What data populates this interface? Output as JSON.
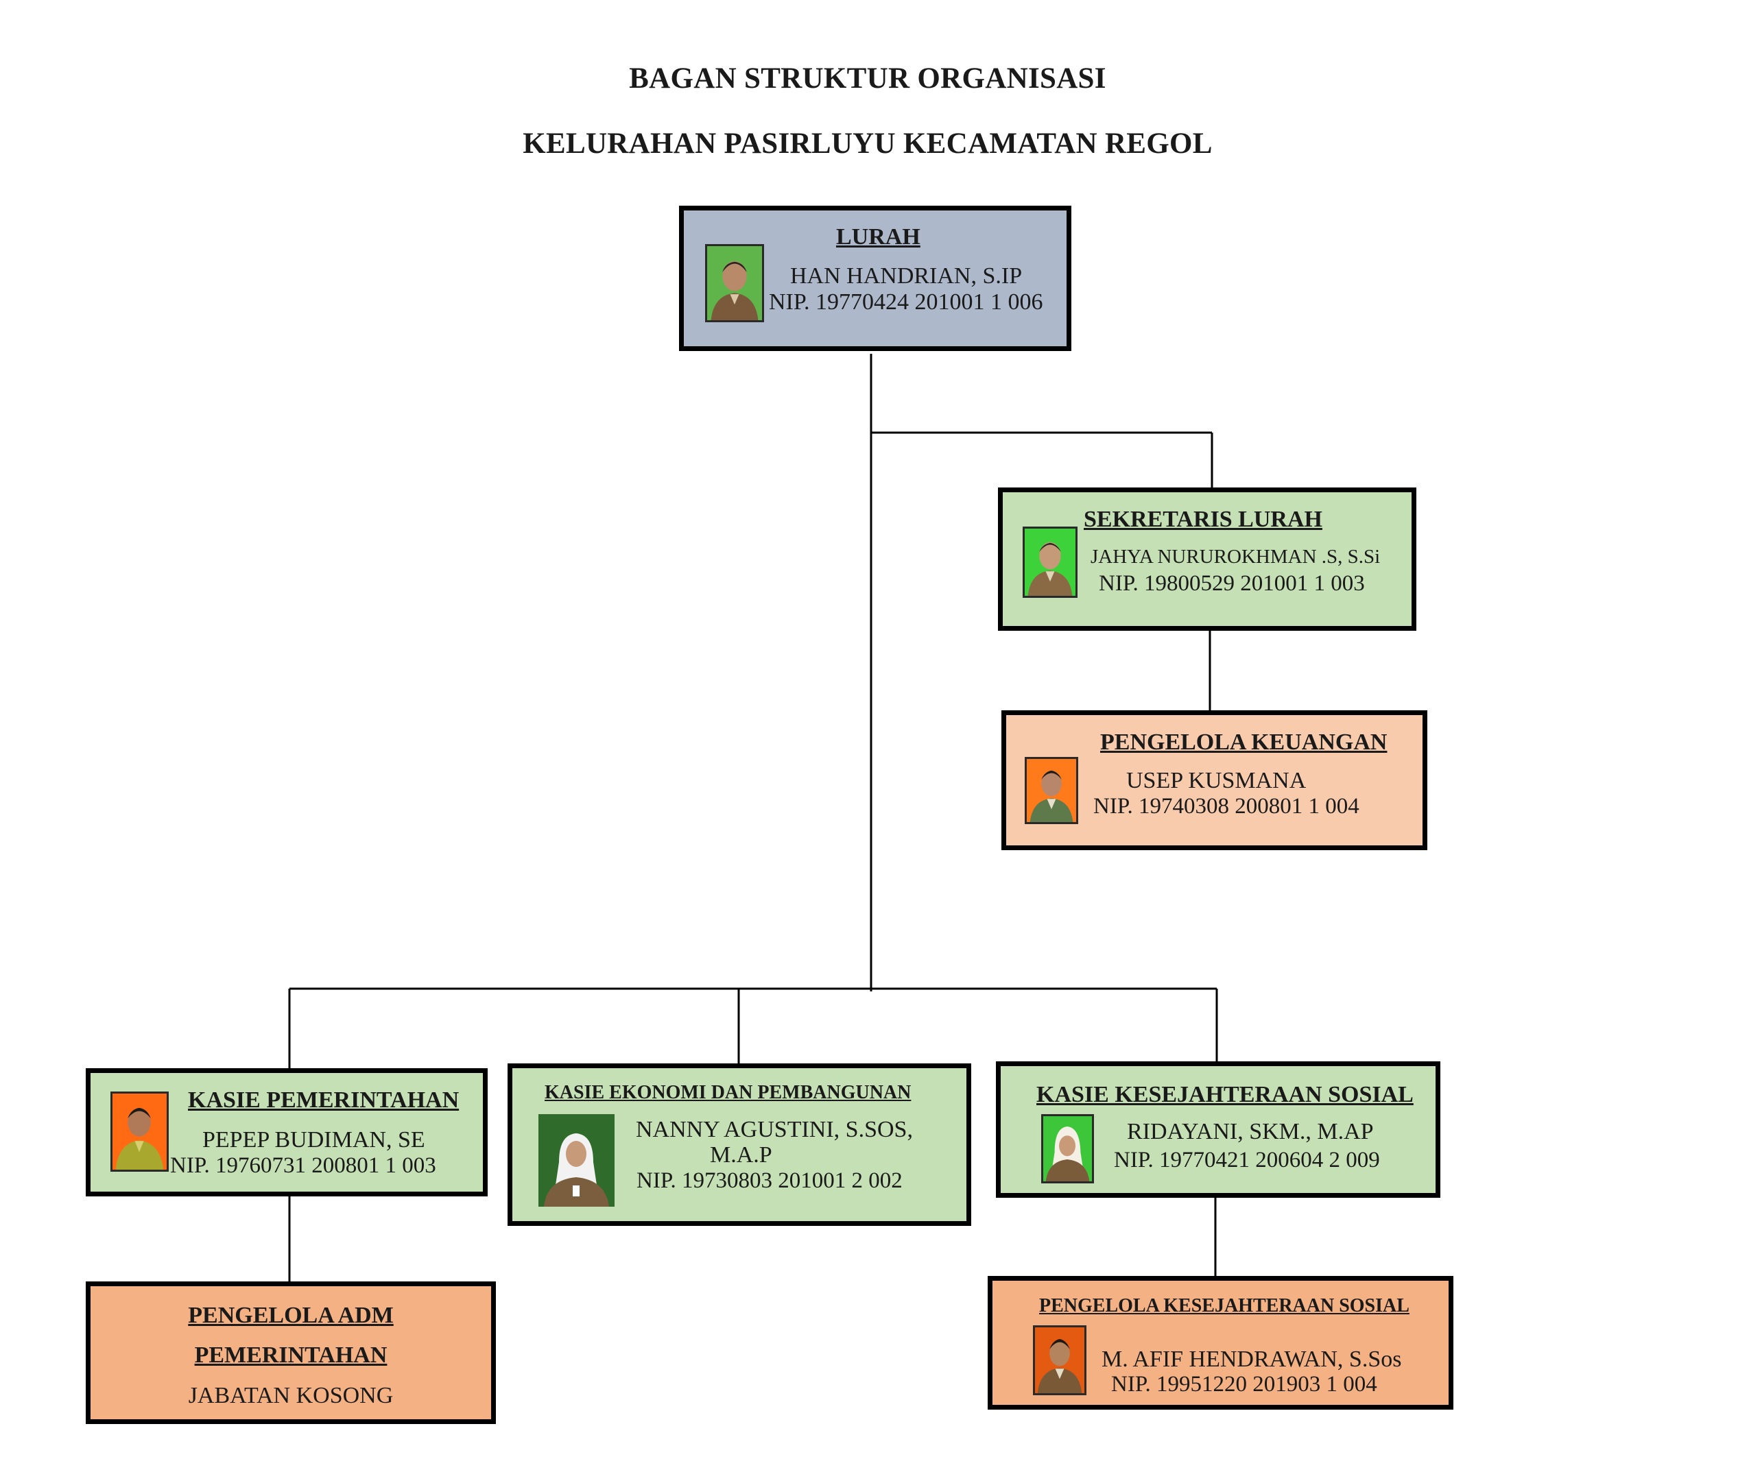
{
  "title": {
    "line1": "BAGAN STRUKTUR ORGANISASI",
    "line2": "KELURAHAN PASIRLUYU KECAMATAN REGOL"
  },
  "colors": {
    "lurah_fill": "#ADB9CA",
    "kasie_fill": "#C5E0B4",
    "pengelola_keuangan_fill": "#F8CBAD",
    "pengelola_fill": "#F4B183",
    "border": "#000000",
    "connector": "#000000"
  },
  "nodes": {
    "lurah": {
      "role": "LURAH",
      "name": "HAN HANDRIAN, S.IP",
      "nip": "NIP. 19770424 201001 1 006",
      "photo_icon": "portrait-photo-icon"
    },
    "sekretaris": {
      "role": "SEKRETARIS LURAH",
      "name": "JAHYA NURUROKHMAN .S, S.Si",
      "nip": "NIP. 19800529 201001 1 003",
      "photo_icon": "portrait-photo-icon"
    },
    "pengelola_keuangan": {
      "role": "PENGELOLA KEUANGAN",
      "name": "USEP KUSMANA",
      "nip": "NIP. 19740308 200801 1 004",
      "photo_icon": "portrait-photo-icon"
    },
    "kasie_pemerintahan": {
      "role": "KASIE PEMERINTAHAN",
      "name": "PEPEP BUDIMAN, SE",
      "nip": "NIP. 19760731 200801 1 003",
      "photo_icon": "portrait-photo-icon"
    },
    "kasie_ekonomi": {
      "role": "KASIE EKONOMI DAN  PEMBANGUNAN",
      "name_line1": "NANNY AGUSTINI, S.SOS,",
      "name_line2": "M.A.P",
      "nip": "NIP. 19730803 201001 2 002",
      "photo_icon": "portrait-photo-icon"
    },
    "kasie_kesejahteraan": {
      "role": "KASIE  KESEJAHTERAAN SOSIAL",
      "name": "RIDAYANI, SKM., M.AP",
      "nip": "NIP. 19770421 200604 2 009",
      "photo_icon": "portrait-photo-icon"
    },
    "pengelola_adm": {
      "role_line1": "PENGELOLA ADM",
      "role_line2": "PEMERINTAHAN",
      "status": "JABATAN KOSONG"
    },
    "pengelola_kesejahteraan": {
      "role": "PENGELOLA KESEJAHTERAAN SOSIAL",
      "name": "M. AFIF HENDRAWAN, S.Sos",
      "nip": "NIP. 19951220 201903 1 004",
      "photo_icon": "portrait-photo-icon"
    }
  }
}
